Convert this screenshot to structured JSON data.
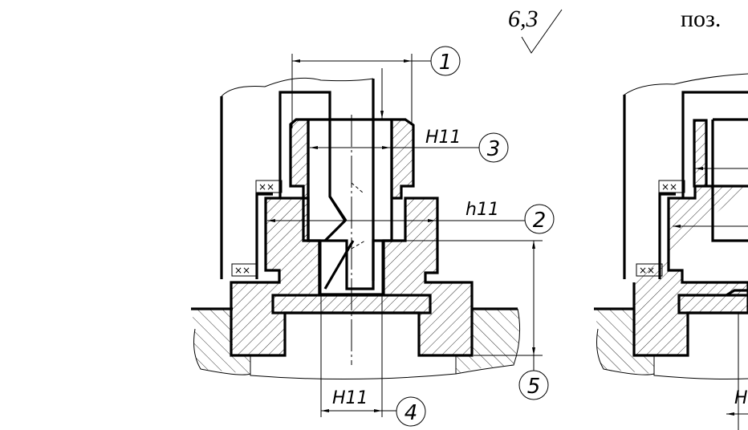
{
  "header": {
    "roughness": "6,3",
    "position_label": "поз."
  },
  "callouts": [
    "1",
    "2",
    "3",
    "4",
    "5"
  ],
  "tolerances": {
    "bore_top": "H11",
    "shaft": "h11",
    "bore_bottom": "H11",
    "right_partial": "H"
  },
  "markers": {
    "weld_upper": "××",
    "weld_lower": "××",
    "weld_right_upper": "××",
    "weld_right_lower": "××"
  }
}
